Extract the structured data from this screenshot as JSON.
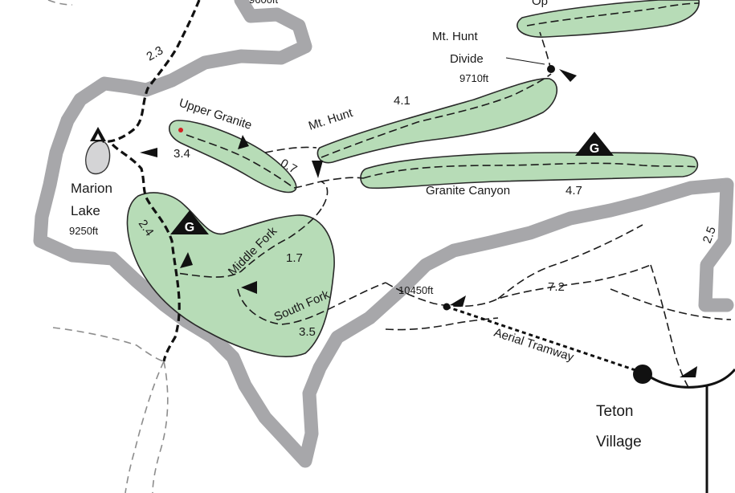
{
  "map": {
    "labels": {
      "marion_lake": [
        "Marion",
        "Lake"
      ],
      "marion_lake_elev": "9250ft",
      "upper_granite": "Upper Granite",
      "mt_hunt": "Mt. Hunt",
      "mt_hunt_divide": [
        "Mt. Hunt",
        "Divide"
      ],
      "mt_hunt_divide_elev": "9710ft",
      "granite_canyon": "Granite Canyon",
      "middle_fork": "Middle Fork",
      "south_fork": "South Fork",
      "aerial_tramway": "Aerial Tramway",
      "tram_summit_elev": "10450ft",
      "teton_village": [
        "Teton",
        "Village"
      ],
      "top_elev_partial": "9600ft",
      "top_label_partial": "Op"
    },
    "distances": {
      "d_2_3": "2.3",
      "d_3_4": "3.4",
      "d_0_7": "0.7",
      "d_4_1": "4.1",
      "d_4_7": "4.7",
      "d_2_4": "2.4",
      "d_1_7": "1.7",
      "d_3_5": "3.5",
      "d_2_5": "2.5",
      "d_7_2": "7.2"
    },
    "camp_marker": "G",
    "colors": {
      "camping_zone": "#b7dcb7",
      "park_boundary": "#a7a7aa",
      "lake": "#d4d4d6",
      "trail": "#1c1c1c"
    }
  }
}
